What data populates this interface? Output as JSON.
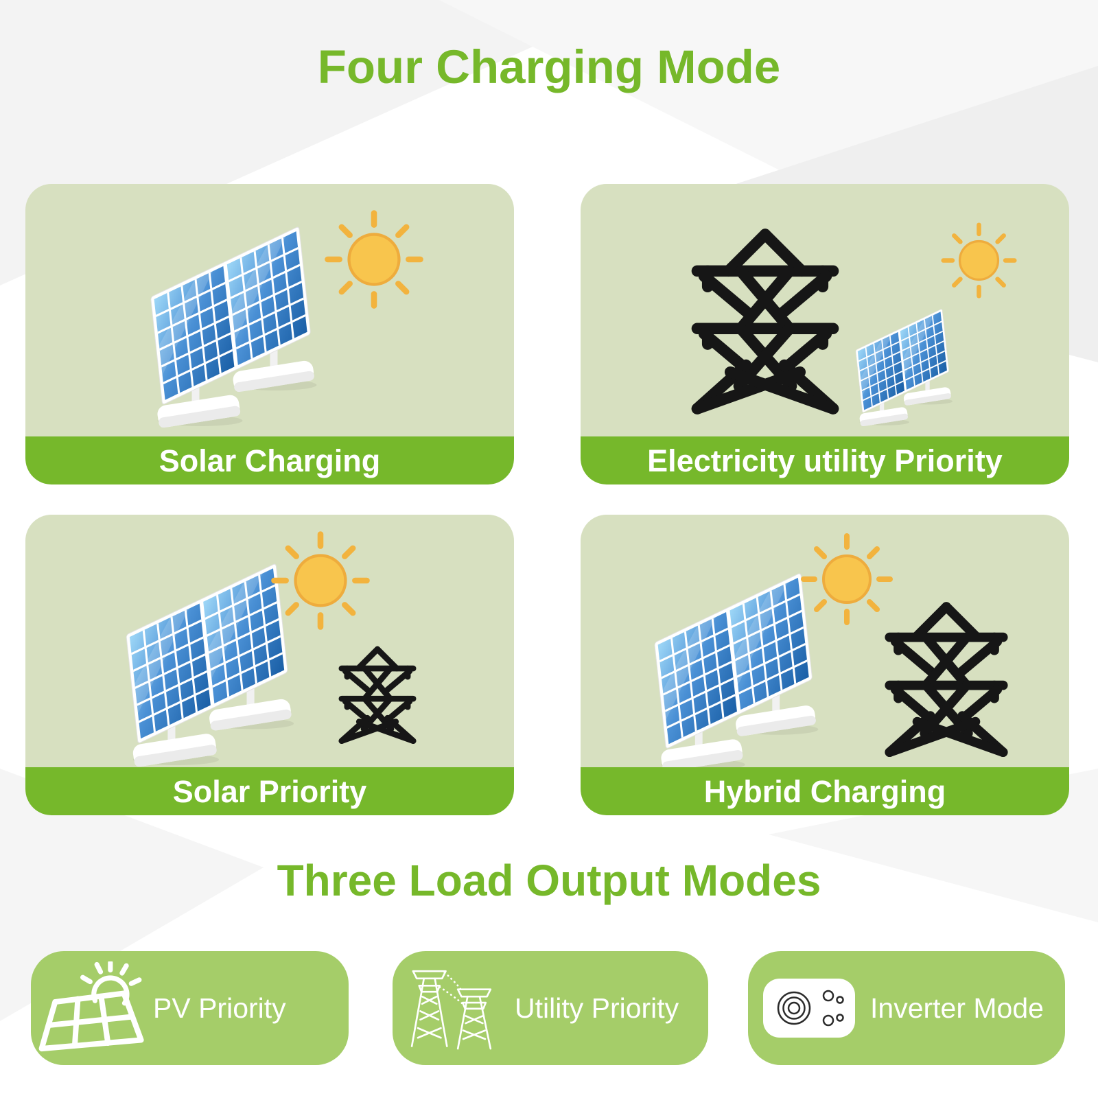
{
  "colors": {
    "accent_green": "#76b82a",
    "band_green": "#76b82b",
    "card_background_green": "#d7e0c0",
    "pill_green": "#a5cd69",
    "label_text": "#ffffff",
    "sun_fill": "#f8c54d",
    "sun_ray": "#f2b33e",
    "panel_blue_light": "#9ed7f7",
    "panel_blue_dark": "#1a5fa6",
    "tower_black": "#161616"
  },
  "charging_section": {
    "title": "Four Charging Mode",
    "cards": [
      {
        "label": "Solar Charging",
        "icons": [
          "solar-panel-icon",
          "sun-icon"
        ]
      },
      {
        "label": "Electricity utility Priority",
        "icons": [
          "power-tower-icon",
          "sun-icon",
          "solar-panel-icon"
        ]
      },
      {
        "label": "Solar Priority",
        "icons": [
          "solar-panel-icon",
          "sun-icon",
          "power-tower-icon"
        ]
      },
      {
        "label": "Hybrid Charging",
        "icons": [
          "solar-panel-icon",
          "sun-icon",
          "power-tower-icon"
        ]
      }
    ]
  },
  "output_section": {
    "title": "Three Load Output Modes",
    "pills": [
      {
        "label": "PV Priority",
        "icon": "pv-panel-line-icon"
      },
      {
        "label": "Utility Priority",
        "icon": "utility-towers-line-icon"
      },
      {
        "label": "Inverter Mode",
        "icon": "inverter-device-icon"
      }
    ]
  }
}
